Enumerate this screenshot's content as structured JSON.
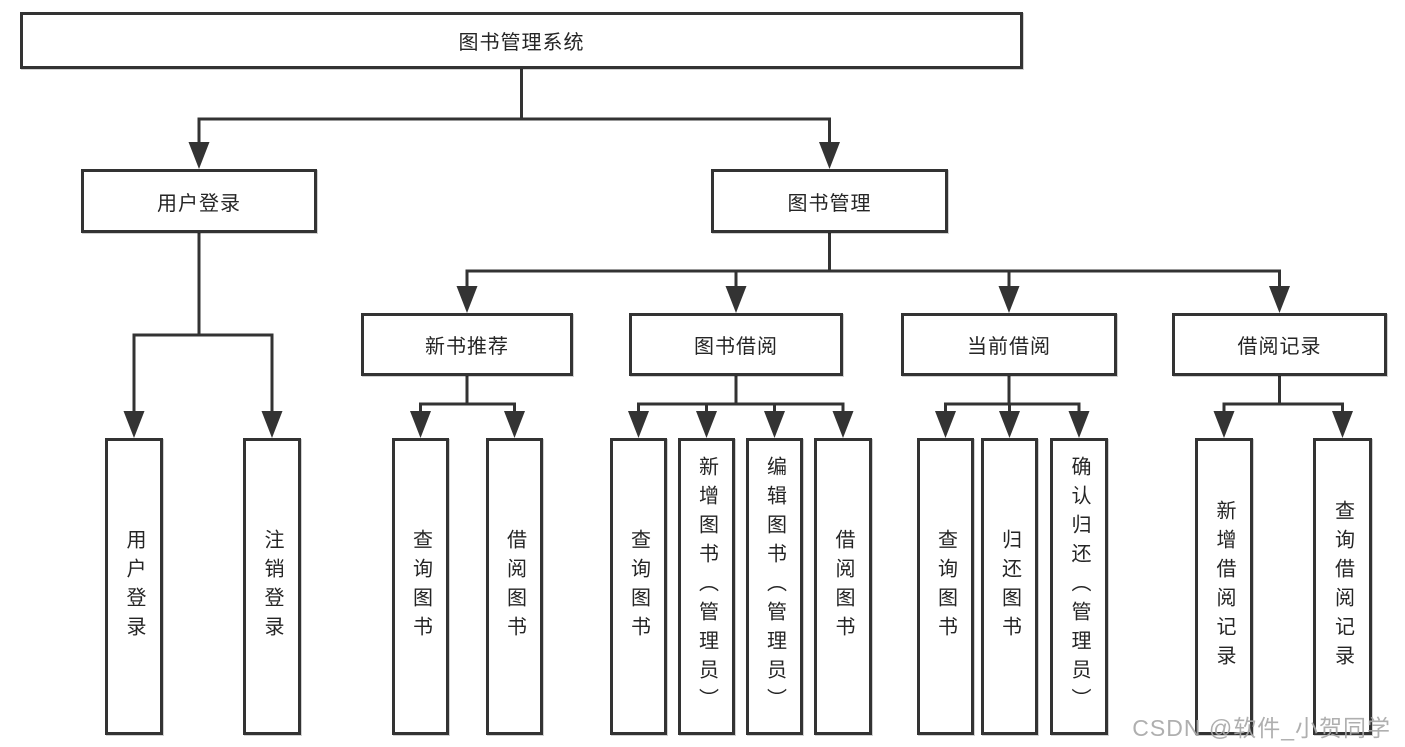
{
  "tree": {
    "root": "图书管理系统",
    "level2": [
      "用户登录",
      "图书管理"
    ],
    "level3": [
      "新书推荐",
      "图书借阅",
      "当前借阅",
      "借阅记录"
    ],
    "leaves_user_login": [
      "用户登录",
      "注销登录"
    ],
    "leaves_new_book": [
      "查询图书",
      "借阅图书"
    ],
    "leaves_book_borrow": [
      "查询图书",
      "新增图书（管理员）",
      "编辑图书（管理员）",
      "借阅图书"
    ],
    "leaves_current_borrow": [
      "查询图书",
      "归还图书",
      "确认归还（管理员）"
    ],
    "leaves_borrow_records": [
      "新增借阅记录",
      "查询借阅记录"
    ]
  },
  "watermark": "CSDN @软件_小贺同学",
  "colors": {
    "line": "#333333",
    "box_border": "#333333",
    "box_fill": "#ffffff",
    "text": "#252525",
    "watermark": "#a8a8a8"
  }
}
